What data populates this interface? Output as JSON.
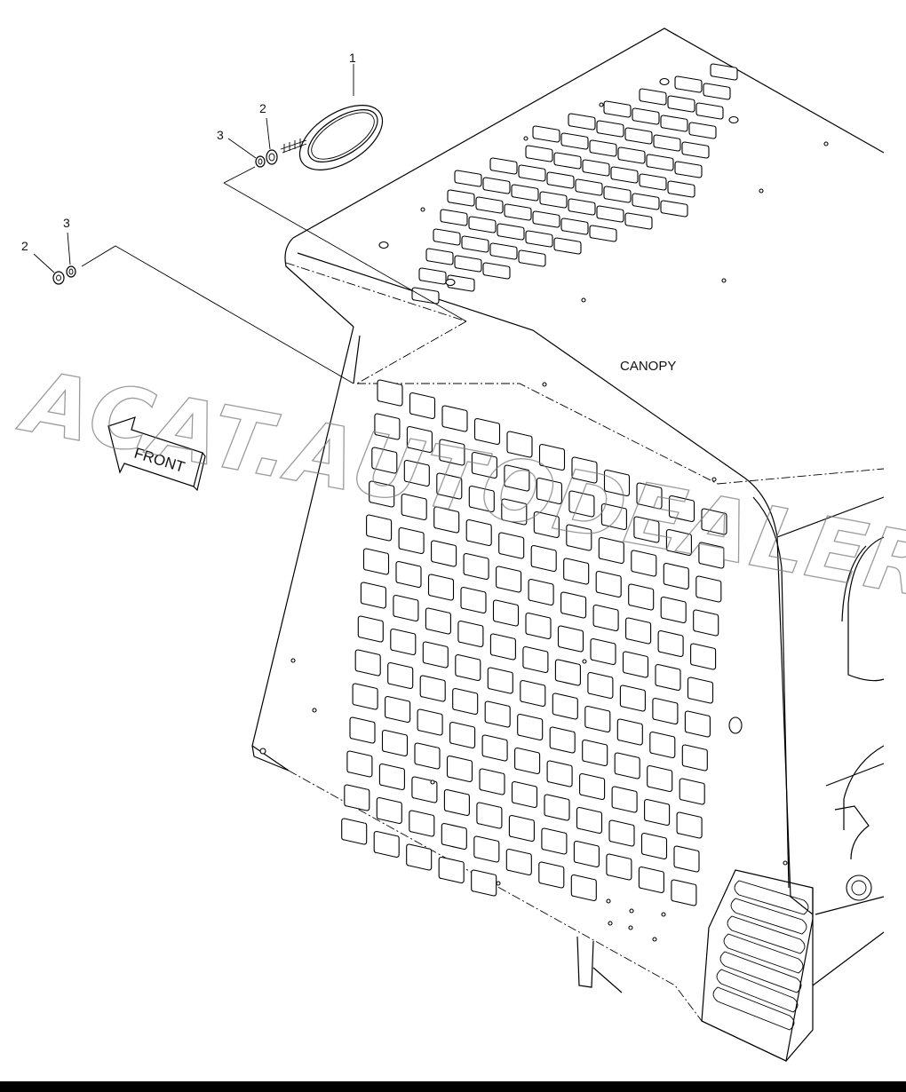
{
  "labels": {
    "part1": "1",
    "part2_top": "2",
    "part3_top": "3",
    "part2_left": "2",
    "part3_left": "3",
    "canopy": "CANOPY",
    "front": "FRONT"
  },
  "watermark": {
    "text": "ACAT.AUTODEALER.RU",
    "color": "#7a7a7a"
  },
  "colors": {
    "line": "#000000",
    "background": "#ffffff",
    "bottom_bar": "#000000"
  }
}
